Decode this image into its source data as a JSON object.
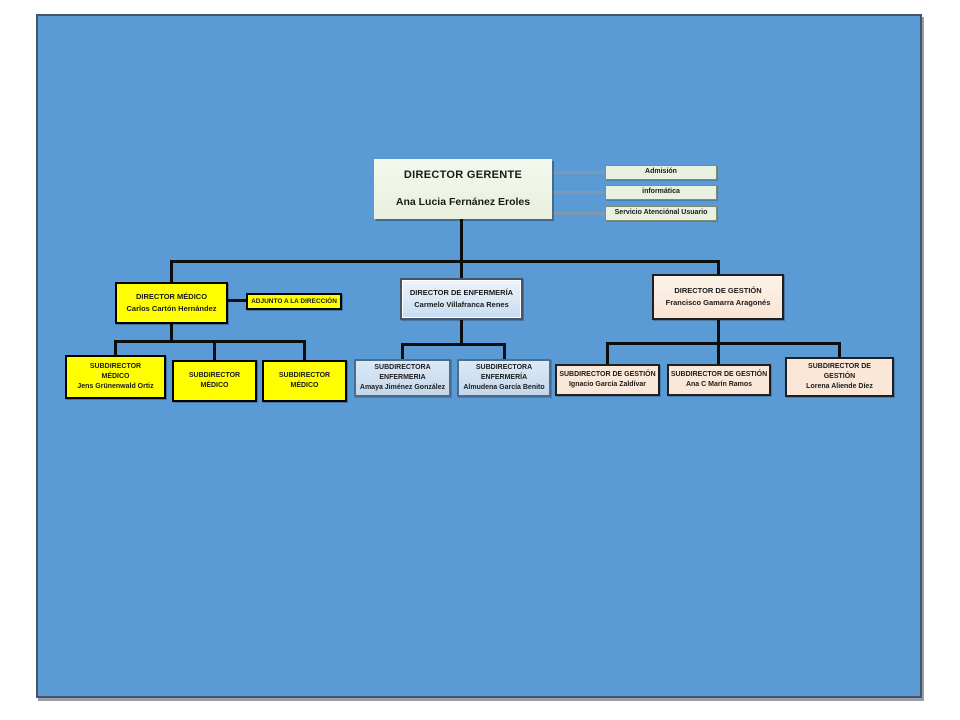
{
  "slide": {
    "background": "#5b9bd5",
    "border_color": "#44546a"
  },
  "colors": {
    "medico_fill": "#ffff00",
    "enfermeria_fill": "#cfe1f2",
    "gestion_fill": "#fbe7d8",
    "gerente_fill": "#edf3e2",
    "connector": "#0d0d0d",
    "staff_connector": "#7e9ab3"
  },
  "root": {
    "title": "DIRECTOR GERENTE",
    "name": "Ana Lucia Fernánez Eroles"
  },
  "staff": [
    {
      "label": "Admisión"
    },
    {
      "label": "informática"
    },
    {
      "label": "Servicio Atenciónal Usuario"
    }
  ],
  "adjunct": {
    "label": "ADJUNTO A LA DIRECCIÓN"
  },
  "medico": {
    "title": "DIRECTOR MÉDICO",
    "name": "Carlos Cartón Hernández",
    "subs": [
      {
        "title": "SUBDIRECTOR\nMÉDICO",
        "name": "Jens Grünenwald Ortiz"
      },
      {
        "title": "SUBDIRECTOR\nMÉDICO",
        "name": ""
      },
      {
        "title": "SUBDIRECTOR\nMÉDICO",
        "name": ""
      }
    ]
  },
  "enfermeria": {
    "title": "DIRECTOR DE ENFERMERÍA",
    "name": "Carmelo Villafranca Renes",
    "subs": [
      {
        "title": "SUBDIRECTORA\nENFERMERIA",
        "name": "Amaya Jiménez González"
      },
      {
        "title": "SUBDIRECTORA\nENFERMERÍA",
        "name": "Almudena García Benito"
      }
    ]
  },
  "gestion": {
    "title": "DIRECTOR DE GESTIÓN",
    "name": "Francisco Gamarra Aragonés",
    "subs": [
      {
        "title": "SUBDIRECTOR DE GESTIÓN",
        "name": "Ignacio García Zaldívar"
      },
      {
        "title": "SUBDIRECTOR DE GESTIÓN",
        "name": "Ana C Marín Ramos"
      },
      {
        "title": "SUBDIRECTOR DE\nGESTIÓN",
        "name": "Lorena Aliende Díez"
      }
    ]
  }
}
